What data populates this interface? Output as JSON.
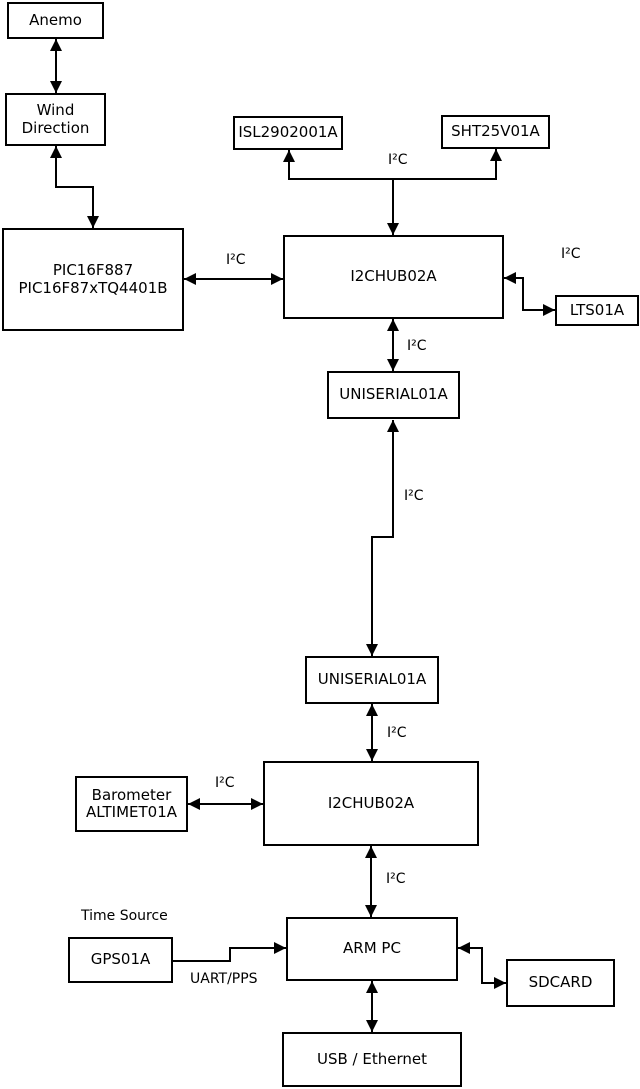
{
  "diagram": {
    "type": "block-diagram",
    "colors": {
      "background": "#ffffff",
      "line": "#000000",
      "box_fill": "#ffffff",
      "text": "#000000"
    },
    "nodes": {
      "anemo": {
        "label": "Anemo"
      },
      "wind_direction": {
        "label": "Wind\nDirection"
      },
      "pic": {
        "label": "PIC16F887\nPIC16F87xTQ4401B"
      },
      "isl": {
        "label": "ISL2902001A"
      },
      "sht": {
        "label": "SHT25V01A"
      },
      "i2c_hub_1": {
        "label": "I2CHUB02A"
      },
      "lts": {
        "label": "LTS01A"
      },
      "uniserial_1": {
        "label": "UNISERIAL01A"
      },
      "uniserial_2": {
        "label": "UNISERIAL01A"
      },
      "barometer": {
        "label": "Barometer\nALTIMET01A"
      },
      "i2c_hub_2": {
        "label": "I2CHUB02A"
      },
      "gps": {
        "label": "GPS01A"
      },
      "arm_pc": {
        "label": "ARM PC"
      },
      "sdcard": {
        "label": "SDCARD"
      },
      "usb_ethernet": {
        "label": "USB / Ethernet"
      }
    },
    "edge_labels": {
      "i2c": "I²C",
      "uart_pps": "UART/PPS",
      "time_source": "Time Source"
    }
  }
}
